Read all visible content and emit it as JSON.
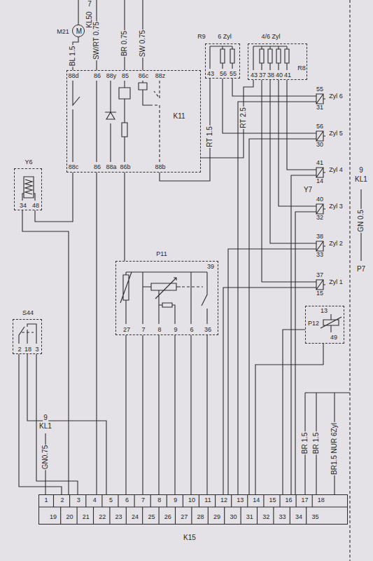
{
  "diagram": {
    "nodes": [
      {
        "text": [
          "M",
          "M21"
        ]
      },
      {
        "text": [
          "88d",
          "86",
          "88y",
          "85",
          "86c",
          "88z",
          "K11",
          "88c",
          "86",
          "88a",
          "86b",
          "88b"
        ]
      },
      {
        "text": [
          "6 Zyl",
          "R9",
          "43",
          "56",
          "55"
        ]
      },
      {
        "text": [
          "4/6 Zyl",
          "43",
          "37",
          "38",
          "40",
          "41",
          "R8"
        ]
      },
      {
        "text": [
          "55",
          "Zyl 6",
          "31"
        ]
      },
      {
        "text": [
          "56",
          "Zyl 5",
          "30"
        ]
      },
      {
        "text": [
          "41",
          "Zyl 4",
          "14"
        ]
      },
      {
        "text": [
          "40",
          "Zyl 3",
          "32"
        ]
      },
      {
        "text": [
          "38",
          "Zyl 2",
          "33"
        ]
      },
      {
        "text": [
          "37",
          "Zyl 1",
          "15"
        ]
      },
      {
        "text": [
          "Y6",
          "34",
          "48"
        ]
      },
      {
        "text": [
          "P11",
          "39",
          "27",
          "7",
          "8",
          "9",
          "6",
          "36"
        ]
      },
      {
        "text": [
          "S44",
          "2",
          "18",
          "3"
        ]
      },
      {
        "text": [
          "13",
          "P12",
          "49"
        ]
      },
      {
        "text": [
          "1",
          "2",
          "3",
          "4",
          "5",
          "6",
          "7",
          "8",
          "9",
          "10",
          "11",
          "12",
          "13",
          "14",
          "15",
          "16",
          "17",
          "18",
          "19",
          "20",
          "21",
          "22",
          "23",
          "24",
          "25",
          "26",
          "27",
          "28",
          "29",
          "30",
          "31",
          "32",
          "33",
          "34",
          "35",
          "K15"
        ]
      }
    ],
    "edges": [
      {
        "from": 0,
        "to": 1,
        "arrow": "none",
        "label": "BL 1.5"
      },
      {
        "from": 1,
        "to": 2,
        "arrow": "none",
        "label": "RT 1.5"
      },
      {
        "from": 1,
        "to": 3,
        "arrow": "none",
        "label": "RT 2.5"
      },
      {
        "from": 2,
        "to": 4,
        "arrow": "none"
      },
      {
        "from": 2,
        "to": 5,
        "arrow": "none"
      },
      {
        "from": 3,
        "to": 6,
        "arrow": "none"
      },
      {
        "from": 3,
        "to": 7,
        "arrow": "none"
      },
      {
        "from": 3,
        "to": 8,
        "arrow": "none"
      },
      {
        "from": 3,
        "to": 9,
        "arrow": "none"
      },
      {
        "from": 4,
        "to": 14,
        "arrow": "none"
      },
      {
        "from": 5,
        "to": 14,
        "arrow": "none"
      },
      {
        "from": 6,
        "to": 14,
        "arrow": "none"
      },
      {
        "from": 7,
        "to": 14,
        "arrow": "none"
      },
      {
        "from": 8,
        "to": 14,
        "arrow": "none"
      },
      {
        "from": 9,
        "to": 14,
        "arrow": "none"
      },
      {
        "from": 1,
        "to": 10,
        "arrow": "none"
      },
      {
        "from": 10,
        "to": 14,
        "arrow": "none"
      },
      {
        "from": 1,
        "to": 14,
        "arrow": "none"
      },
      {
        "from": 1,
        "to": 11,
        "arrow": "none"
      },
      {
        "from": 11,
        "to": 14,
        "arrow": "none"
      },
      {
        "from": 11,
        "to": 14,
        "arrow": "none"
      },
      {
        "from": 11,
        "to": 14,
        "arrow": "none"
      },
      {
        "from": 11,
        "to": 14,
        "arrow": "none"
      },
      {
        "from": 11,
        "to": 14,
        "arrow": "none"
      },
      {
        "from": 11,
        "to": 14,
        "arrow": "none"
      },
      {
        "from": 12,
        "to": 14,
        "arrow": "none"
      },
      {
        "from": 12,
        "to": 14,
        "arrow": "none"
      },
      {
        "from": 12,
        "to": 14,
        "arrow": "none"
      },
      {
        "from": 13,
        "to": 14,
        "arrow": "none"
      },
      {
        "from": 13,
        "to": 14,
        "arrow": "none"
      }
    ],
    "labels": [
      "7",
      "KL50",
      "SW/RT 0.75",
      "BR 0.75",
      "SW 0.75",
      "Y7",
      "9",
      "KL1",
      "GN 0.5",
      "P7",
      "9",
      "KL1",
      "GN0.75",
      "BR 1.5",
      "BR 1.5",
      "BR1.5 NUR 6Zyl"
    ]
  }
}
